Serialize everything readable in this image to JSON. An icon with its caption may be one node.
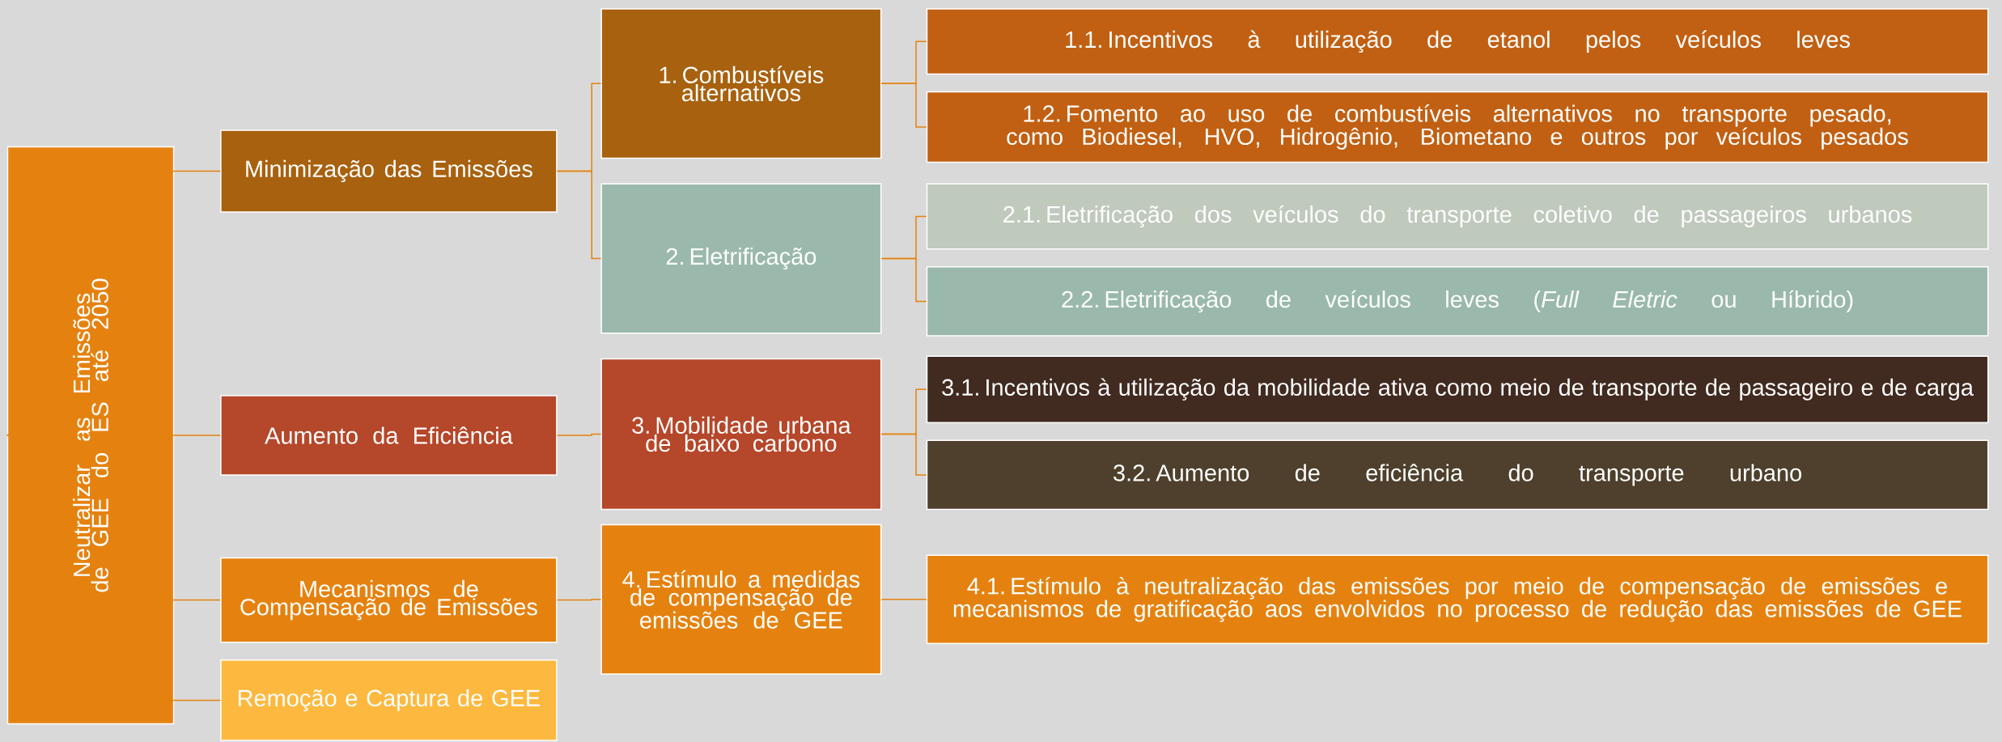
{
  "diagram": {
    "nodes": [
      {
        "text": [
          "Neutralizar as Emissões de GEE do ES até 2050"
        ]
      },
      {
        "text": [
          "Minimização das Emissões"
        ]
      },
      {
        "text": [
          "Aumento da Eficiência"
        ]
      },
      {
        "text": [
          "Mecanismos de Compensação de Emissões"
        ]
      },
      {
        "text": [
          "Remoção e Captura de GEE"
        ]
      },
      {
        "text": [
          "1. Combustíveis alternativos"
        ]
      },
      {
        "text": [
          "2. Eletrificação"
        ]
      },
      {
        "text": [
          "3. Mobilidade urbana de baixo carbono"
        ]
      },
      {
        "text": [
          "4. Estímulo a medidas de compensação de emissões de GEE"
        ]
      },
      {
        "text": [
          "1.1. Incentivos à utilização de etanol pelos veículos leves"
        ]
      },
      {
        "text": [
          "1.2. Fomento ao uso de combustíveis alternativos no transporte pesado, como Biodiesel, HVO, Hidrogênio, Biometano e outros por veículos pesados"
        ]
      },
      {
        "text": [
          "2.1. Eletrificação dos veículos do transporte coletivo de passageiros urbanos"
        ]
      },
      {
        "text": [
          "2.2. Eletrificação de veículos leves (*Full Eletric* ou Híbrido)"
        ]
      },
      {
        "text": [
          "3.1. Incentivos à utilização da mobilidade ativa como meio de transporte de passageiro e de carga"
        ]
      },
      {
        "text": [
          "3.2. Aumento de eficiência do transporte urbano"
        ]
      },
      {
        "text": [
          "4.1. Estímulo à neutralização das emissões por meio de compensação de emissões e mecanismos de gratificação aos envolvidos no processo de redução das emissões de GEE"
        ]
      }
    ],
    "edges": [
      {
        "from": 0,
        "to": 1,
        "arrow": "none"
      },
      {
        "from": 0,
        "to": 2,
        "arrow": "none"
      },
      {
        "from": 0,
        "to": 3,
        "arrow": "none"
      },
      {
        "from": 0,
        "to": 4,
        "arrow": "none"
      },
      {
        "from": 1,
        "to": 5,
        "arrow": "none"
      },
      {
        "from": 1,
        "to": 6,
        "arrow": "none"
      },
      {
        "from": 2,
        "to": 7,
        "arrow": "none"
      },
      {
        "from": 3,
        "to": 8,
        "arrow": "none"
      },
      {
        "from": 5,
        "to": 9,
        "arrow": "none"
      },
      {
        "from": 5,
        "to": 10,
        "arrow": "none"
      },
      {
        "from": 6,
        "to": 11,
        "arrow": "none"
      },
      {
        "from": 6,
        "to": 12,
        "arrow": "none"
      },
      {
        "from": 7,
        "to": 13,
        "arrow": "none"
      },
      {
        "from": 7,
        "to": 14,
        "arrow": "none"
      },
      {
        "from": 8,
        "to": 15,
        "arrow": "none"
      }
    ]
  }
}
